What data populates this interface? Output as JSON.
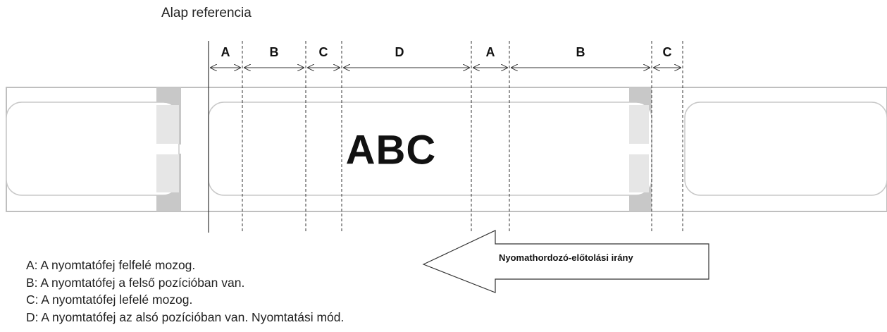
{
  "reference": {
    "label": "Alap referencia"
  },
  "segments": [
    "A",
    "B",
    "C",
    "D",
    "A",
    "B",
    "C"
  ],
  "label_text": "ABC",
  "direction": {
    "label": "Nyomathordozó-előtolási irány"
  },
  "legend": [
    "A: A nyomtatófej felfelé mozog.",
    "B: A nyomtatófej a felső pozícióban van.",
    "C: A nyomtatófej lefelé mozog.",
    "D: A nyomtatófej az alsó pozícióban van. Nyomtatási mód."
  ],
  "colors": {
    "tape_outline": "#bfbfbf",
    "gap_mark": "#c8c8c8",
    "gap_light": "#e6e6e6",
    "line": "#333333"
  }
}
